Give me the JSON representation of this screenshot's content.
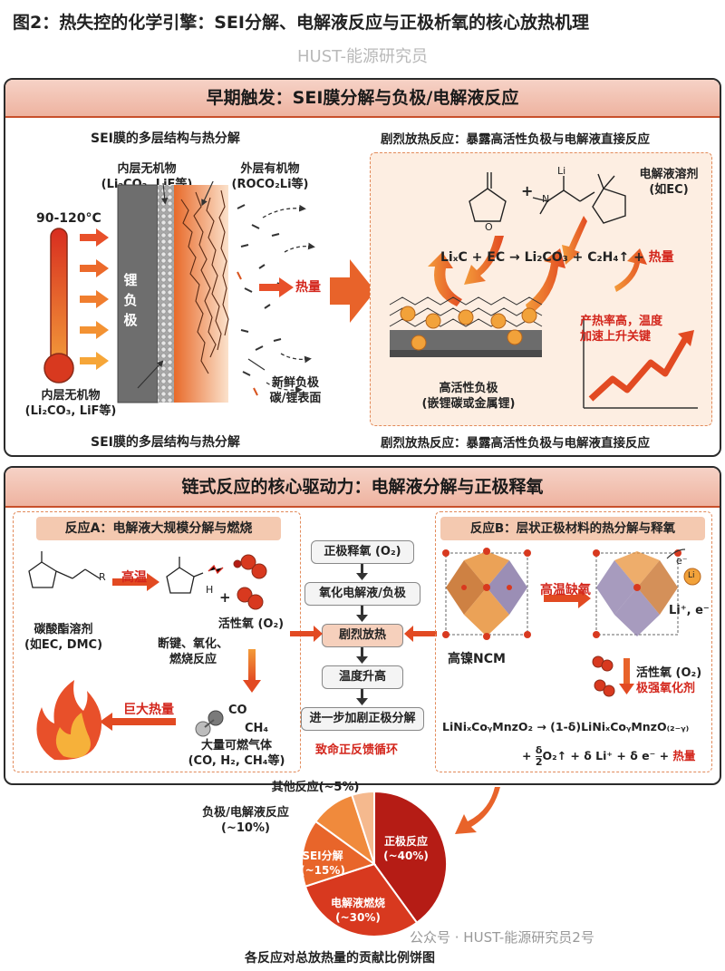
{
  "header": {
    "title": "图2：热失控的化学引擎：SEI分解、电解液反应与正极析氧的核心放热机理",
    "watermark": "HUST-能源研究员"
  },
  "early": {
    "banner": "早期触发：SEI膜分解与负极/电解液反应",
    "left_title": "SEI膜的多层结构与热分解",
    "left_caption": "SEI膜的多层结构与热分解",
    "inner_top": "内层无机物",
    "inner_top_formula": "(Li₂CO₃, LiF等)",
    "outer_top": "外层有机物",
    "outer_top_formula": "(ROCO₂Li等)",
    "temp": "90-120°C",
    "anode": "锂负极",
    "heat": "热量",
    "fresh_line1": "新鲜负极",
    "fresh_line2": "碳/锂表面",
    "inner_bottom": "内层无机物",
    "inner_bottom_formula": "(Li₂CO₃, LiF等)",
    "right_title": "剧烈放热反应：暴露高活性负极与电解液直接反应",
    "right_caption": "剧烈放热反应：暴露高活性负极与电解液直接反应",
    "solvent_line1": "电解液溶剂",
    "solvent_line2": "(如EC)",
    "li": "Li",
    "n": "N",
    "o": "O",
    "plus": "+",
    "reaction_lhs": "LiₓC + EC → Li₂CO₃ + C₂H₄↑ + ",
    "reaction_heat": "热量",
    "active_line1": "高活性负极",
    "active_line2": "(嵌锂碳或金属锂)",
    "rate_line1": "产热率高，温度",
    "rate_line2": "加速上升关键"
  },
  "chain": {
    "banner": "链式反应的核心驱动力：电解液分解与正极释氧",
    "a_header": "反应A：电解液大规模分解与燃烧",
    "high_temp": "高温",
    "carbonate_line1": "碳酸酯溶剂",
    "carbonate_line2": "(如EC, DMC)",
    "active_o2": "活性氧 (O₂)",
    "break_line1": "断键、氧化、",
    "break_line2": "燃烧反应",
    "r_label": "R",
    "h_label": "H",
    "huge_heat": "巨大热量",
    "co": "CO",
    "ch4": "CH₄",
    "gas_line1": "大量可燃气体",
    "gas_line2": "(CO, H₂, CH₄等)",
    "flow": [
      "正极释氧 (O₂)",
      "氧化电解液/负极",
      "剧烈放热",
      "温度升高",
      "进一步加剧正极分解"
    ],
    "feedback": "致命正反馈循环",
    "b_header": "反应B：层状正极材料的热分解与释氧",
    "high_temp_o2": "高温缺氧",
    "electron": "e⁻",
    "li_badge": "Li",
    "li_ions": "Li⁺, e⁻",
    "ncm": "高镍NCM",
    "b_o2": "活性氧 (O₂)",
    "b_oxidizer": "极强氧化剂",
    "formula_line1": "LiNiₓCoᵧMnzO₂ → (1-δ)LiNiₓCoᵧMnzO₍₂₋ᵧ₎",
    "formula_line2a": "+ ",
    "formula_frac_top": "δ",
    "formula_frac_bot": "2",
    "formula_line2b": "O₂↑ + δ Li⁺ + δ e⁻ + ",
    "formula_heat": "热量"
  },
  "chart_data": {
    "type": "pie",
    "title": "各反应对总放热量的贡献比例饼图",
    "categories": [
      "正极反应",
      "电解液燃烧",
      "SEI分解",
      "负极/电解液反应",
      "其他反应"
    ],
    "value_labels": [
      "(~40%)",
      "(~30%)",
      "(~15%)",
      "(~10%)",
      "(~5%)"
    ],
    "values": [
      40,
      30,
      15,
      10,
      5
    ],
    "colors": [
      "#b51c15",
      "#d8391f",
      "#e8652a",
      "#f08a3c",
      "#f5b98e"
    ]
  },
  "footer": {
    "watermark": "公众号 · HUST-能源研究员2号"
  }
}
